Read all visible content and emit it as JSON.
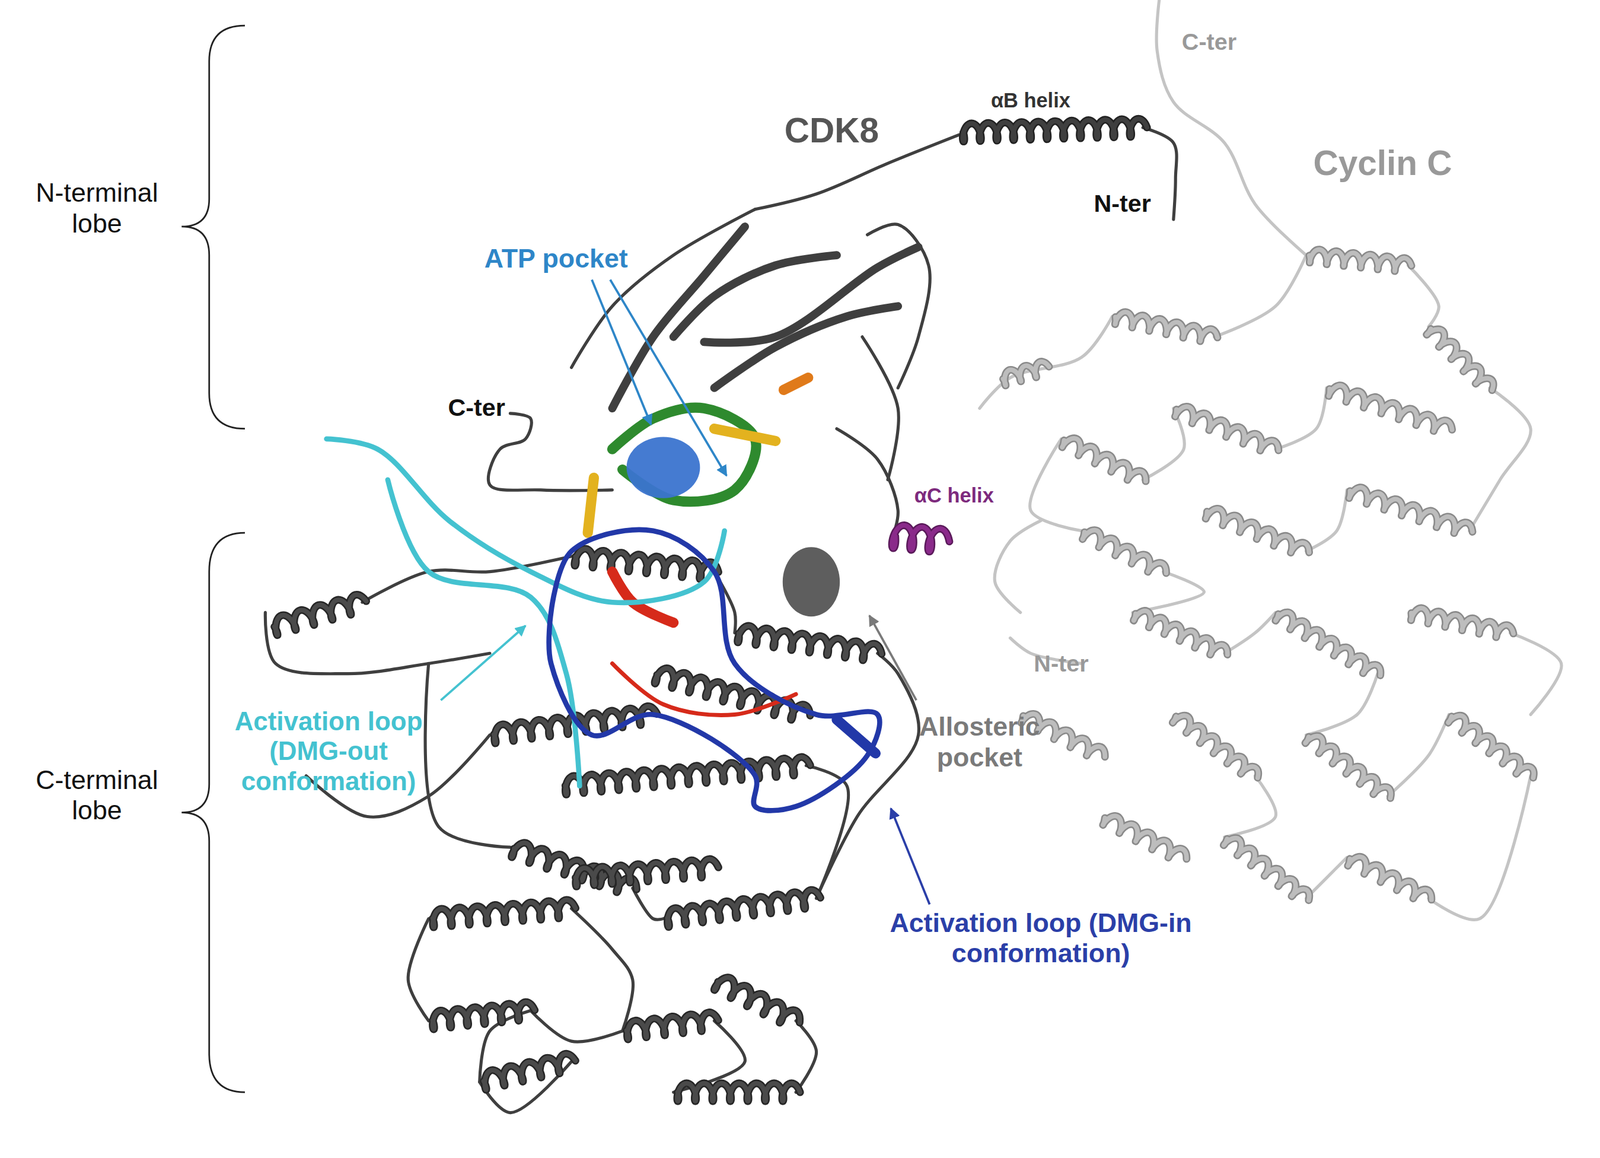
{
  "diagram": {
    "labels": [
      "CDK8",
      "αB helix",
      "C-ter",
      "Cyclin C",
      "N-terminal lobe",
      "N-ter",
      "ATP pocket",
      "C-ter",
      "αC helix",
      "Activation loop (DMG-out conformation)",
      "Allosteric pocket",
      "N-ter",
      "C-terminal lobe",
      "Activation loop (DMG-in conformation)"
    ]
  }
}
